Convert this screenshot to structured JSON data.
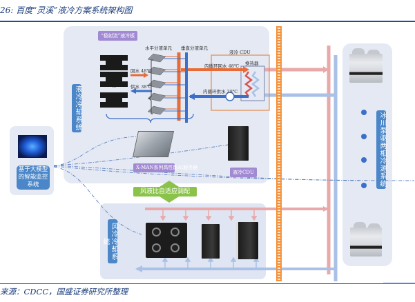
{
  "figure": {
    "title": "26: 百度“灵溪”液冷方案系统架构图",
    "source": "来源：CDCC，国盛证券研究所整理"
  },
  "liquid_cooling": {
    "label": "液冷冷却系统",
    "cold_plate_tag": "“极射流”液冷板",
    "horizontal_unit": "水平分液单元",
    "vertical_unit": "垂直分液单元",
    "return_water": "回水 48℃",
    "supply_water": "供水 38℃",
    "cdu_box_title": "液冷 CDU",
    "heat_exchanger": "换热器",
    "inner_return": "内循环回水 48℃",
    "inner_supply": "内循环供水 38℃",
    "server_tag": "X-MAN系列高性能AI服务器",
    "cdu_tag": "液冷CDU",
    "ellipsis": "..."
  },
  "monitoring": {
    "label": "基于大模型的智能监控系统",
    "image": "brain-neural-network-image"
  },
  "adaptive": {
    "label": "风液比自适应调配"
  },
  "air_cooling": {
    "label": "风冷冷却系统"
  },
  "glacier": {
    "label": "冰川泵驱两相冷源系统"
  },
  "colors": {
    "hot_line": "#e9a9aa",
    "cold_line": "#a9c1e6",
    "hot_pipe": "#e96b35",
    "cold_pipe": "#3c6fc8",
    "label_blue": "#4a86c8",
    "tag_purple": "#a28ad3",
    "adaptive_green": "#8bc34a",
    "ladder_orange": "#f3923b",
    "panel_bg": "#e4e9f4"
  }
}
